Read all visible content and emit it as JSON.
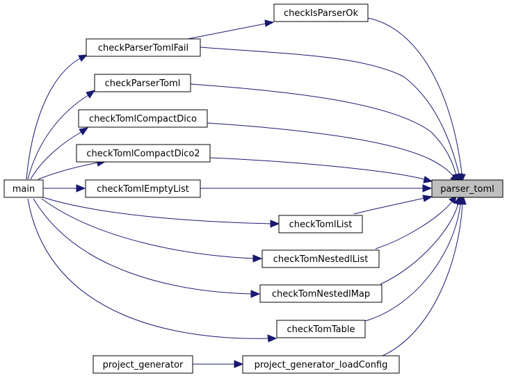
{
  "graph": {
    "target": "parser_toml",
    "nodes": {
      "parser_toml": "parser_toml",
      "checkIsParserOk": "checkIsParserOk",
      "checkParserTomlFail": "checkParserTomlFail",
      "checkParserToml": "checkParserToml",
      "checkTomlCompactDico": "checkTomlCompactDico",
      "checkTomlCompactDico2": "checkTomlCompactDico2",
      "checkTomlEmptyList": "checkTomlEmptyList",
      "checkTomlList": "checkTomlList",
      "checkTomNestedlList": "checkTomNestedlList",
      "checkTomNestedlMap": "checkTomNestedlMap",
      "checkTomTable": "checkTomTable",
      "project_generator_loadConfig": "project_generator_loadConfig",
      "main": "main",
      "project_generator": "project_generator"
    },
    "edges": [
      [
        "checkIsParserOk",
        "parser_toml"
      ],
      [
        "checkParserTomlFail",
        "checkIsParserOk"
      ],
      [
        "checkParserTomlFail",
        "parser_toml"
      ],
      [
        "checkParserToml",
        "parser_toml"
      ],
      [
        "checkTomlCompactDico",
        "parser_toml"
      ],
      [
        "checkTomlCompactDico2",
        "parser_toml"
      ],
      [
        "checkTomlEmptyList",
        "parser_toml"
      ],
      [
        "checkTomlList",
        "parser_toml"
      ],
      [
        "checkTomNestedlList",
        "parser_toml"
      ],
      [
        "checkTomNestedlMap",
        "parser_toml"
      ],
      [
        "checkTomTable",
        "parser_toml"
      ],
      [
        "project_generator_loadConfig",
        "parser_toml"
      ],
      [
        "main",
        "checkParserTomlFail"
      ],
      [
        "main",
        "checkParserToml"
      ],
      [
        "main",
        "checkTomlCompactDico"
      ],
      [
        "main",
        "checkTomlCompactDico2"
      ],
      [
        "main",
        "checkTomlEmptyList"
      ],
      [
        "main",
        "checkTomlList"
      ],
      [
        "main",
        "checkTomNestedlList"
      ],
      [
        "main",
        "checkTomNestedlMap"
      ],
      [
        "main",
        "checkTomTable"
      ],
      [
        "project_generator",
        "project_generator_loadConfig"
      ]
    ],
    "colors": {
      "edge": "#191970",
      "highlight_fill": "#bfbfbf",
      "node_border": "#000000",
      "node_fill": "#ffffff"
    }
  }
}
